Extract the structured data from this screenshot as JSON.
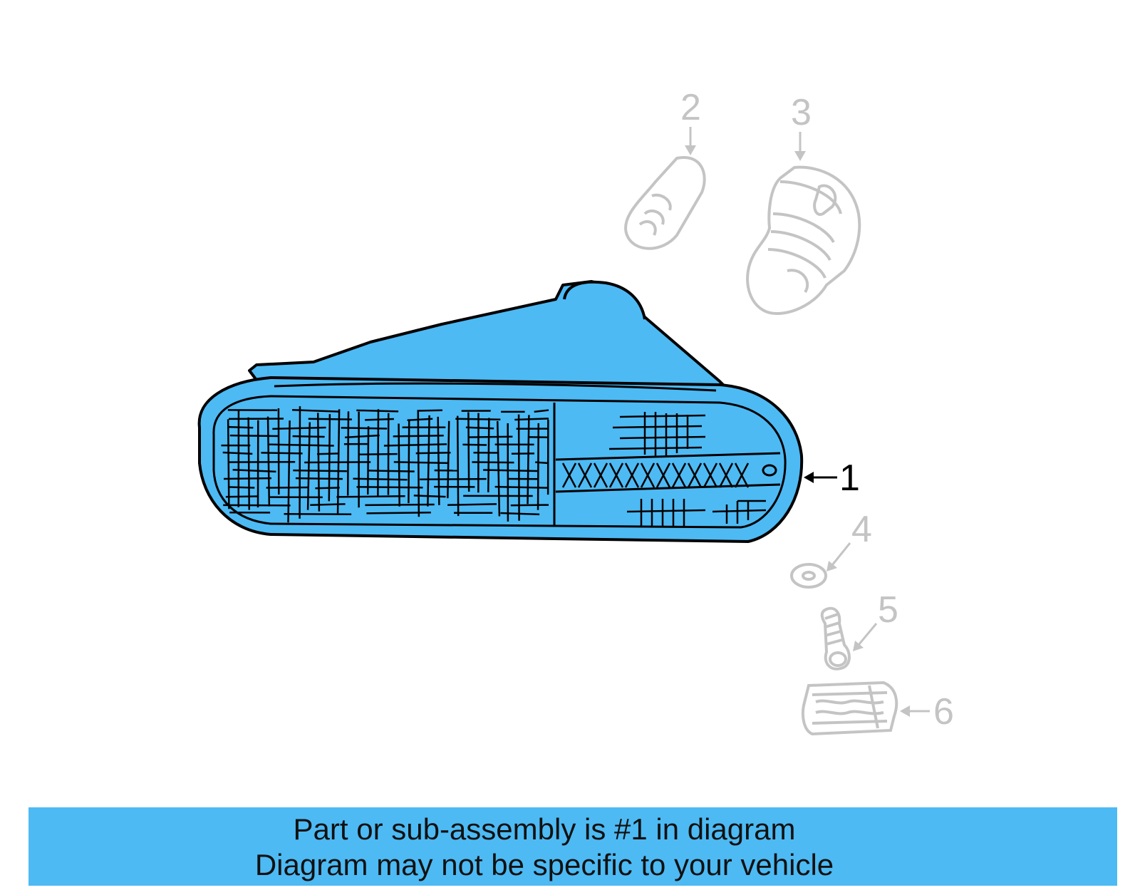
{
  "diagram": {
    "callouts": [
      {
        "id": "1",
        "label": "1",
        "highlighted": true
      },
      {
        "id": "2",
        "label": "2",
        "highlighted": false
      },
      {
        "id": "3",
        "label": "3",
        "highlighted": false
      },
      {
        "id": "4",
        "label": "4",
        "highlighted": false
      },
      {
        "id": "5",
        "label": "5",
        "highlighted": false
      },
      {
        "id": "6",
        "label": "6",
        "highlighted": false
      }
    ],
    "colors": {
      "highlight_fill": "#4dbaf4",
      "highlight_stroke": "#000000",
      "ghost_stroke": "#c4c4c4",
      "banner_bg": "#4dbaf4"
    }
  },
  "banner": {
    "line1": "Part or sub-assembly is #1 in diagram",
    "line2": "Diagram may not be specific to your vehicle"
  }
}
